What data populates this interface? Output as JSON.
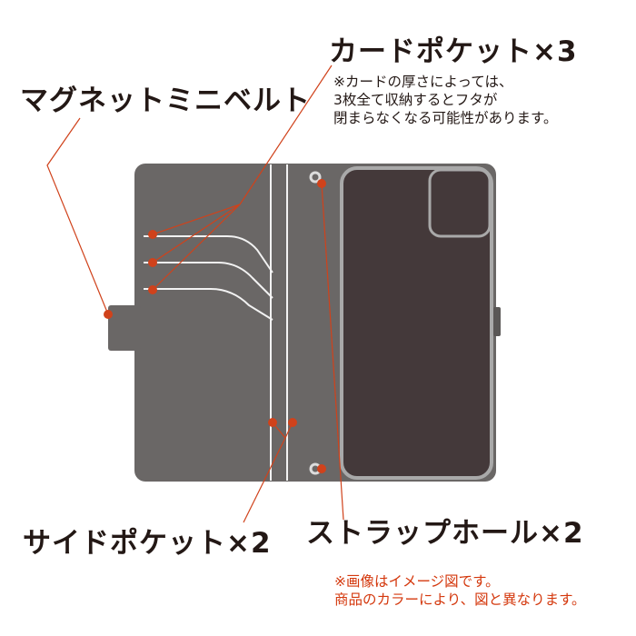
{
  "labels": {
    "card_pocket": "カードポケット×3",
    "magnet_belt": "マグネットミニベルト",
    "side_pocket": "サイドポケット×2",
    "strap_hole": "ストラップホール×2"
  },
  "notes": {
    "card_note": [
      "※カードの厚さによっては、",
      "3枚全て収納するとフタが",
      "閉まらなくなる可能性があります。"
    ],
    "image_note": [
      "※画像はイメージ図です。",
      "商品のカラーにより、図と異なります。"
    ]
  },
  "colors": {
    "case_body": "#6a6766",
    "phone_screen": "#44393a",
    "bezel": "#a9a9a9",
    "pocket_lines": "#f2f2f2",
    "leader_lines": "#d0421b",
    "note_red": "#d4380d"
  }
}
